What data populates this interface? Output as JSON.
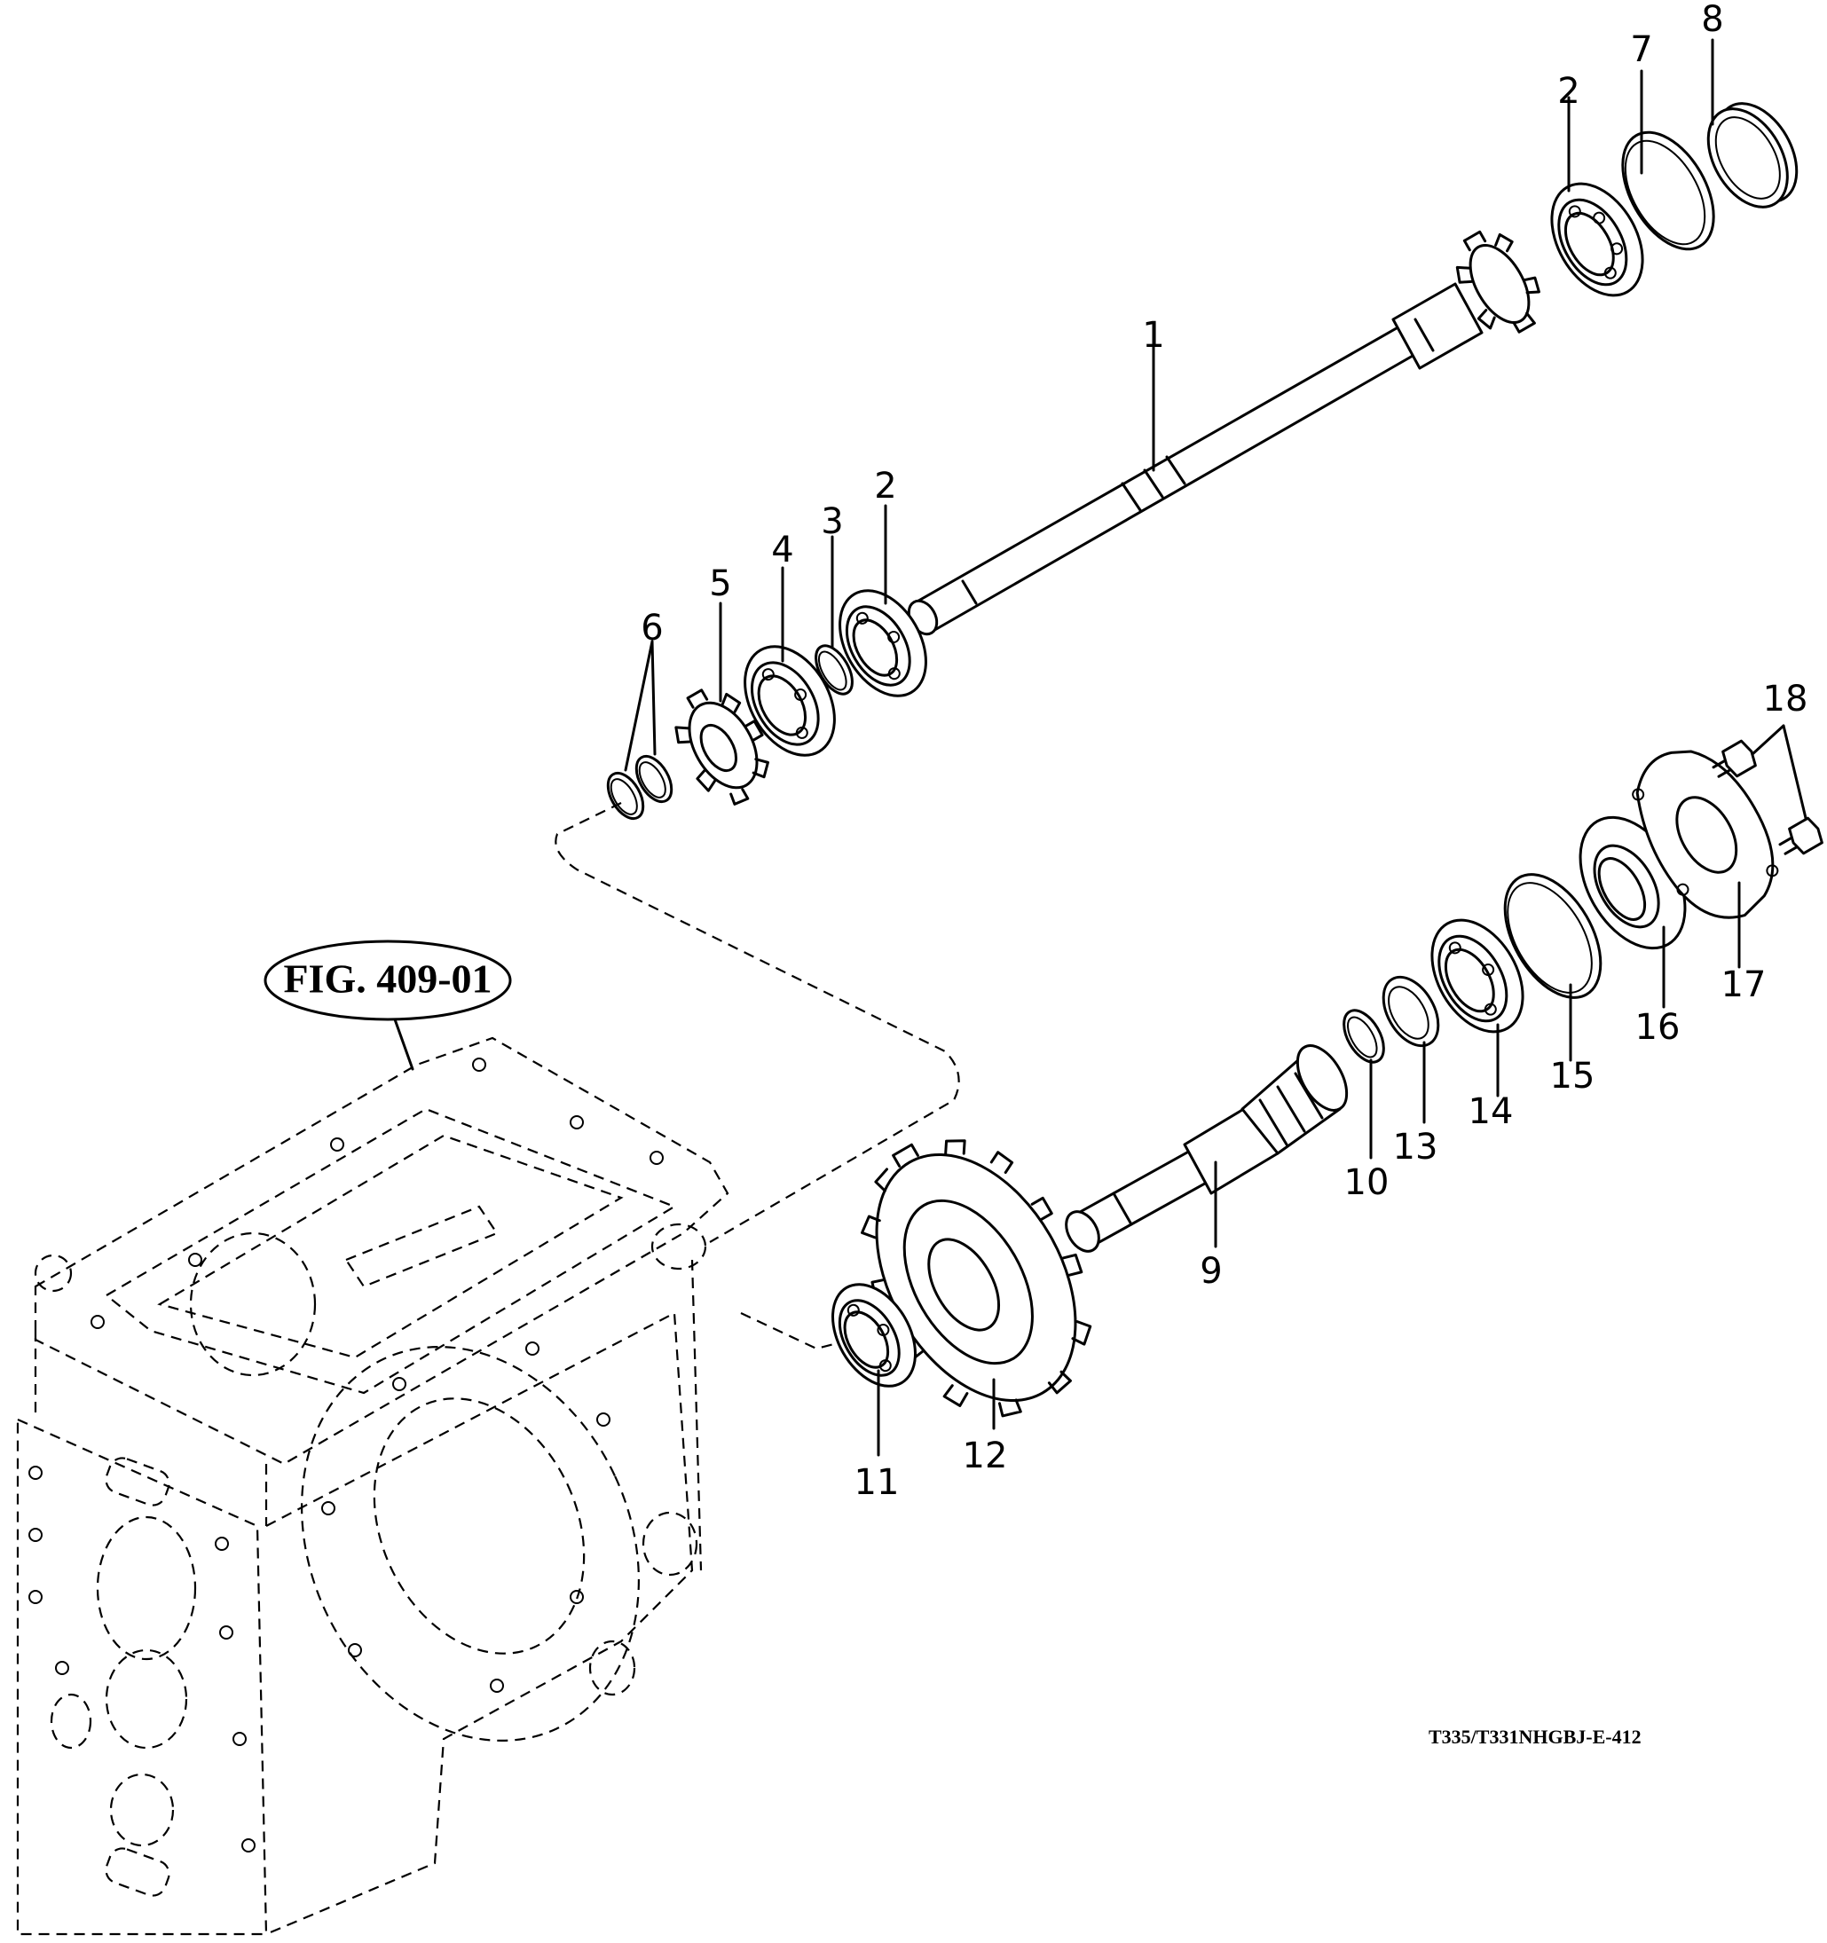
{
  "figure_ref": "FIG. 409-01",
  "drawing_code": "T335/T331NHGBJ-E-412",
  "callouts": {
    "c1": "1",
    "c2a": "2",
    "c2b": "2",
    "c3": "3",
    "c4": "4",
    "c5": "5",
    "c6": "6",
    "c7": "7",
    "c8": "8",
    "c9": "9",
    "c10": "10",
    "c11": "11",
    "c12": "12",
    "c13": "13",
    "c14": "14",
    "c15": "15",
    "c16": "16",
    "c17": "17",
    "c18": "18"
  }
}
